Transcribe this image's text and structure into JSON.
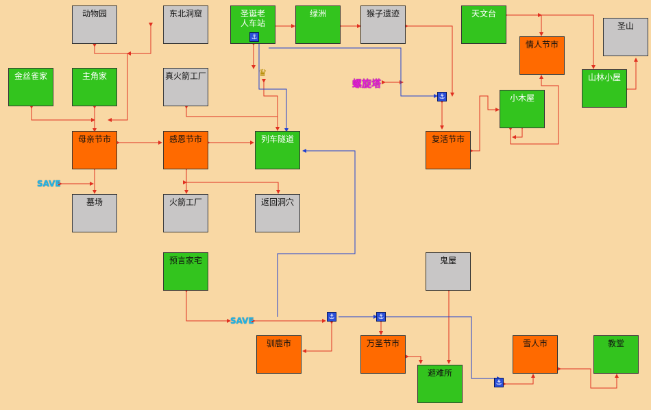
{
  "nodes": {
    "zoo": "动物园",
    "northeast_cave": "东北洞窟",
    "santa_station": "圣诞老\n人车站",
    "oasis": "绿洲",
    "monkey_ruins": "猴子遗迹",
    "observatory": "天文台",
    "holy_mountain": "圣山",
    "valentine_market": "情人节市",
    "canary_home": "金丝雀家",
    "hero_home": "主角家",
    "real_rocket_factory": "真火箭工厂",
    "mountain_cabin": "山林小屋",
    "small_cabin": "小木屋",
    "mother_market": "母亲节市",
    "thanks_market": "感恩节市",
    "train_tunnel": "列车隧道",
    "easter_market": "复活节市",
    "graveyard": "墓场",
    "rocket_factory": "火箭工厂",
    "return_cave": "返回洞穴",
    "prophet_house": "预言家宅",
    "haunted_house": "鬼屋",
    "reindeer_market": "驯鹿市",
    "halloween_market": "万圣节市",
    "snowman_market": "雪人市",
    "church": "教堂",
    "shelter": "避难所"
  },
  "labels": {
    "save_top": "SAVE",
    "save_bottom": "SAVE",
    "spiral_tower": "螺旋塔"
  },
  "icons": {
    "anchor": "⚓",
    "gold": "♛"
  },
  "colors": {
    "background": "#f9d8a4",
    "green": "#33c41e",
    "gray": "#c8c6c6",
    "orange": "#ff6a00",
    "red_link": "#e03020",
    "blue_link": "#2040d0"
  }
}
